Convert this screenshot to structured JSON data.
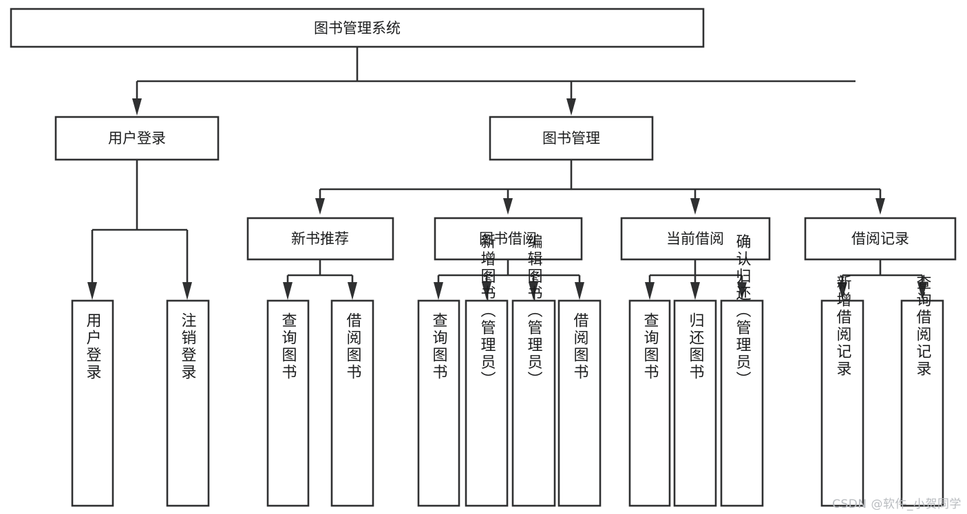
{
  "diagram": {
    "type": "hierarchy-tree",
    "title": "图书管理系统",
    "watermark": "CSDN @软件_小贺同学",
    "colors": {
      "stroke": "#2f3031",
      "fill": "#ffffff",
      "text": "#1b1c1d",
      "watermark": "#b9bcc0"
    },
    "levels": {
      "root": {
        "label": "图书管理系统"
      },
      "level2": [
        {
          "label": "用户登录"
        },
        {
          "label": "图书管理"
        }
      ],
      "level3": [
        {
          "label": "新书推荐"
        },
        {
          "label": "图书借阅"
        },
        {
          "label": "当前借阅"
        },
        {
          "label": "借阅记录"
        }
      ],
      "leaves": {
        "user_login": [
          {
            "label": "用户登录"
          },
          {
            "label": "注销登录"
          }
        ],
        "new_book_recommend": [
          {
            "label": "查询图书"
          },
          {
            "label": "借阅图书"
          }
        ],
        "book_borrow": [
          {
            "label": "查询图书"
          },
          {
            "label": "新增图书（管理员）"
          },
          {
            "label": "编辑图书（管理员）"
          },
          {
            "label": "借阅图书"
          }
        ],
        "current_borrow": [
          {
            "label": "查询图书"
          },
          {
            "label": "归还图书"
          },
          {
            "label": "确认归还（管理员）"
          }
        ],
        "borrow_record": [
          {
            "label": "新增借阅记录"
          },
          {
            "label": "查询借阅记录"
          }
        ]
      }
    }
  }
}
